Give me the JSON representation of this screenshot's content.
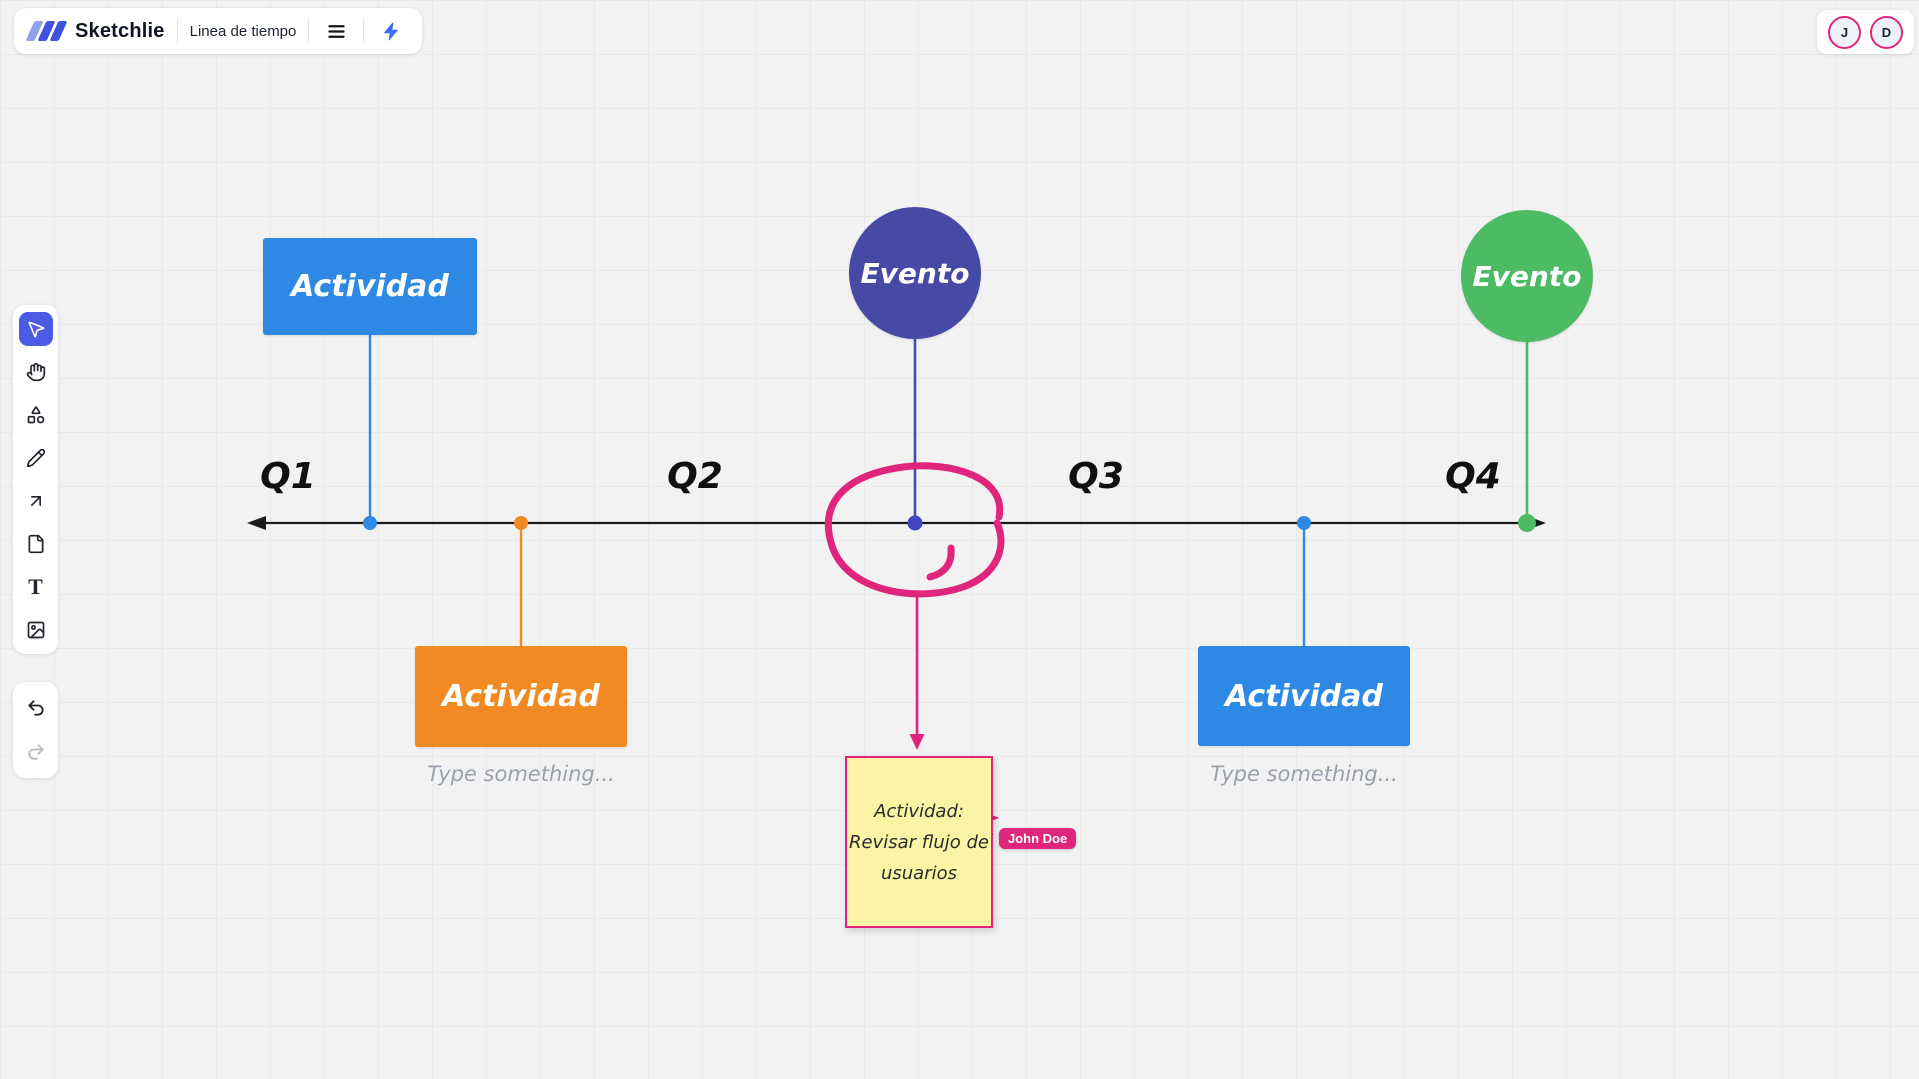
{
  "header": {
    "app_name": "Sketchlie",
    "board_title": "Linea de tiempo"
  },
  "collaborators": [
    {
      "initial": "J"
    },
    {
      "initial": "D"
    }
  ],
  "toolbar": {
    "tools": [
      {
        "name": "select-tool",
        "icon": "cursor-icon",
        "active": true
      },
      {
        "name": "pan-tool",
        "icon": "hand-icon",
        "active": false
      },
      {
        "name": "shapes-tool",
        "icon": "shapes-icon",
        "active": false
      },
      {
        "name": "pen-tool",
        "icon": "pencil-icon",
        "active": false
      },
      {
        "name": "arrow-tool",
        "icon": "arrow-up-right-icon",
        "active": false
      },
      {
        "name": "note-tool",
        "icon": "sticky-note-icon",
        "active": false
      },
      {
        "name": "text-tool",
        "icon": "text-T-icon",
        "active": false
      },
      {
        "name": "image-tool",
        "icon": "image-icon",
        "active": false
      }
    ],
    "text_tool_glyph": "T",
    "undo": {
      "icon": "undo-icon",
      "enabled": true
    },
    "redo": {
      "icon": "redo-icon",
      "enabled": false
    }
  },
  "timeline": {
    "quarters": [
      "Q1",
      "Q2",
      "Q3",
      "Q4"
    ]
  },
  "nodes": {
    "activity_q1": {
      "label": "Actividad",
      "color": "#2e89e4"
    },
    "activity_q2": {
      "label": "Actividad",
      "color": "#f28a24"
    },
    "activity_q3": {
      "label": "Actividad",
      "color": "#2e89e4"
    },
    "event_mid": {
      "label": "Evento",
      "color": "#464aa5"
    },
    "event_q4": {
      "label": "Evento",
      "color": "#4dbb63"
    }
  },
  "placeholders": {
    "type_something": "Type something..."
  },
  "sticky_note": {
    "lines": [
      "Actividad:",
      "Revisar flujo de",
      "usuarios"
    ],
    "fill": "#faf4a4",
    "border": "#e0257c"
  },
  "presence": {
    "cursor_user": "John Doe",
    "cursor_color": "#e0257c"
  },
  "colors": {
    "accent_blue": "#2e89e4",
    "accent_orange": "#f28a24",
    "accent_indigo": "#464aa5",
    "accent_green": "#4dbb63",
    "accent_pink": "#e0257c",
    "active_tool_bg": "#4c5be4",
    "timeline_line": "#1a1a1a"
  }
}
